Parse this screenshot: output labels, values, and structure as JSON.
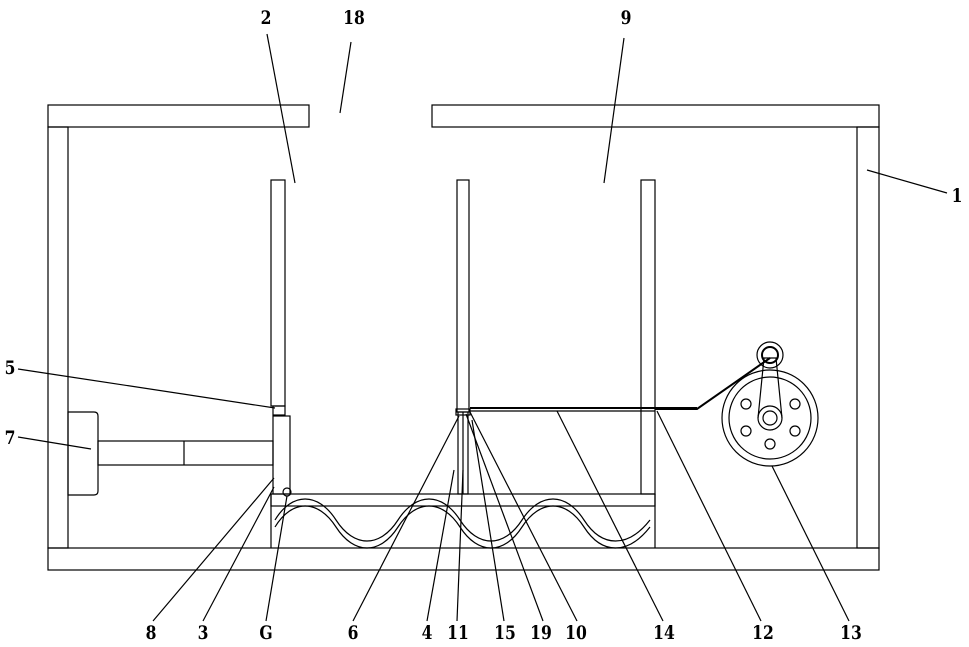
{
  "figure": {
    "labels": {
      "l1": "1",
      "l2": "2",
      "l3": "3",
      "l4": "4",
      "l5": "5",
      "l6": "6",
      "l7": "7",
      "l8": "8",
      "l9": "9",
      "l10": "10",
      "l11": "11",
      "l12": "12",
      "l13": "13",
      "l14": "14",
      "l15": "15",
      "l18": "18",
      "l19": "19",
      "lG": "G"
    }
  }
}
